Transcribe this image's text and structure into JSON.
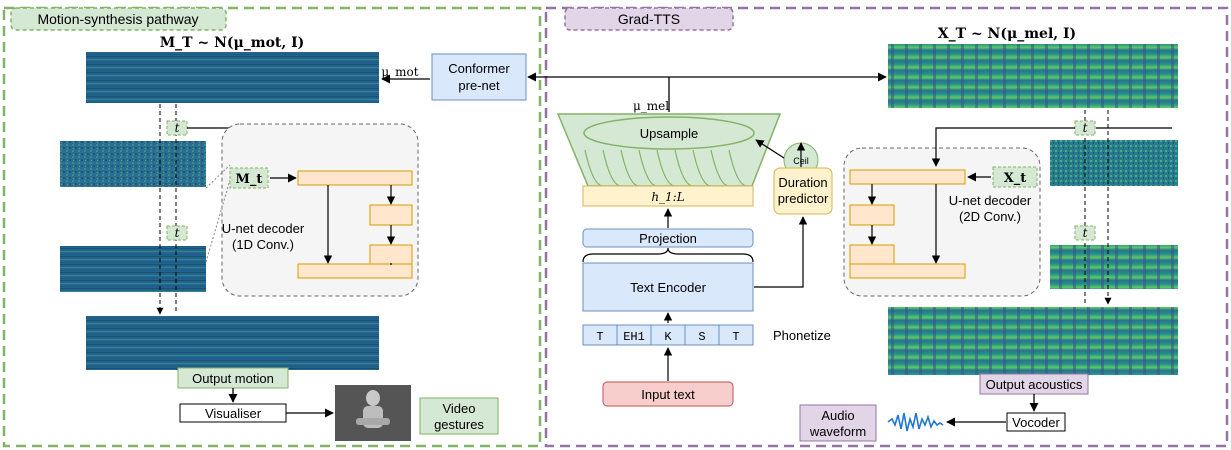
{
  "colors": {
    "panel_border": "#82b366",
    "gradtts_border": "#9673a6",
    "label_green_fill": "#d5e8d4",
    "label_purple_fill": "#e1d5e7",
    "blue_fill": "#dae8fc",
    "blue_stroke": "#6c8ebf",
    "orange_fill": "#ffe6cc",
    "orange_stroke": "#d79b00",
    "yellow_fill": "#fff2cc",
    "yellow_stroke": "#d6b656",
    "red_fill": "#f8cecc",
    "red_stroke": "#b85450",
    "green_trap_fill": "#d5e8d4",
    "green_trap_stroke": "#82b366",
    "decoder_bg": "#f5f5f5"
  },
  "motion": {
    "panel_title": "Motion-synthesis pathway",
    "prior_label": "M_T ~ N(μ_mot, I)",
    "mu_mot": "μ_mot",
    "t_label": "t",
    "m_t": "M_t",
    "decoder_line1": "U-net decoder",
    "decoder_line2": "(1D Conv.)",
    "output_motion": "Output motion",
    "visualiser": "Visualiser",
    "video_line1": "Video",
    "video_line2": "gestures"
  },
  "gradtts": {
    "panel_title": "Grad-TTS",
    "conformer_line1": "Conformer",
    "conformer_line2": "pre-net",
    "prior_label": "X_T ~ N(μ_mel, I)",
    "mu_mel": "μ_mel",
    "upsample": "Upsample",
    "ceil": "Ceil",
    "h_label": "h_1:L",
    "duration_line1": "Duration",
    "duration_line2": "predictor",
    "projection": "Projection",
    "text_encoder": "Text Encoder",
    "phonemes": [
      "T",
      "EH1",
      "K",
      "S",
      "T"
    ],
    "phonetize": "Phonetize",
    "input_text": "Input text",
    "t_label": "t",
    "x_t": "X_t",
    "decoder_line1": "U-net decoder",
    "decoder_line2": "(2D Conv.)",
    "output_acoustics": "Output acoustics",
    "audio_line1": "Audio",
    "audio_line2": "waveform",
    "vocoder": "Vocoder"
  }
}
